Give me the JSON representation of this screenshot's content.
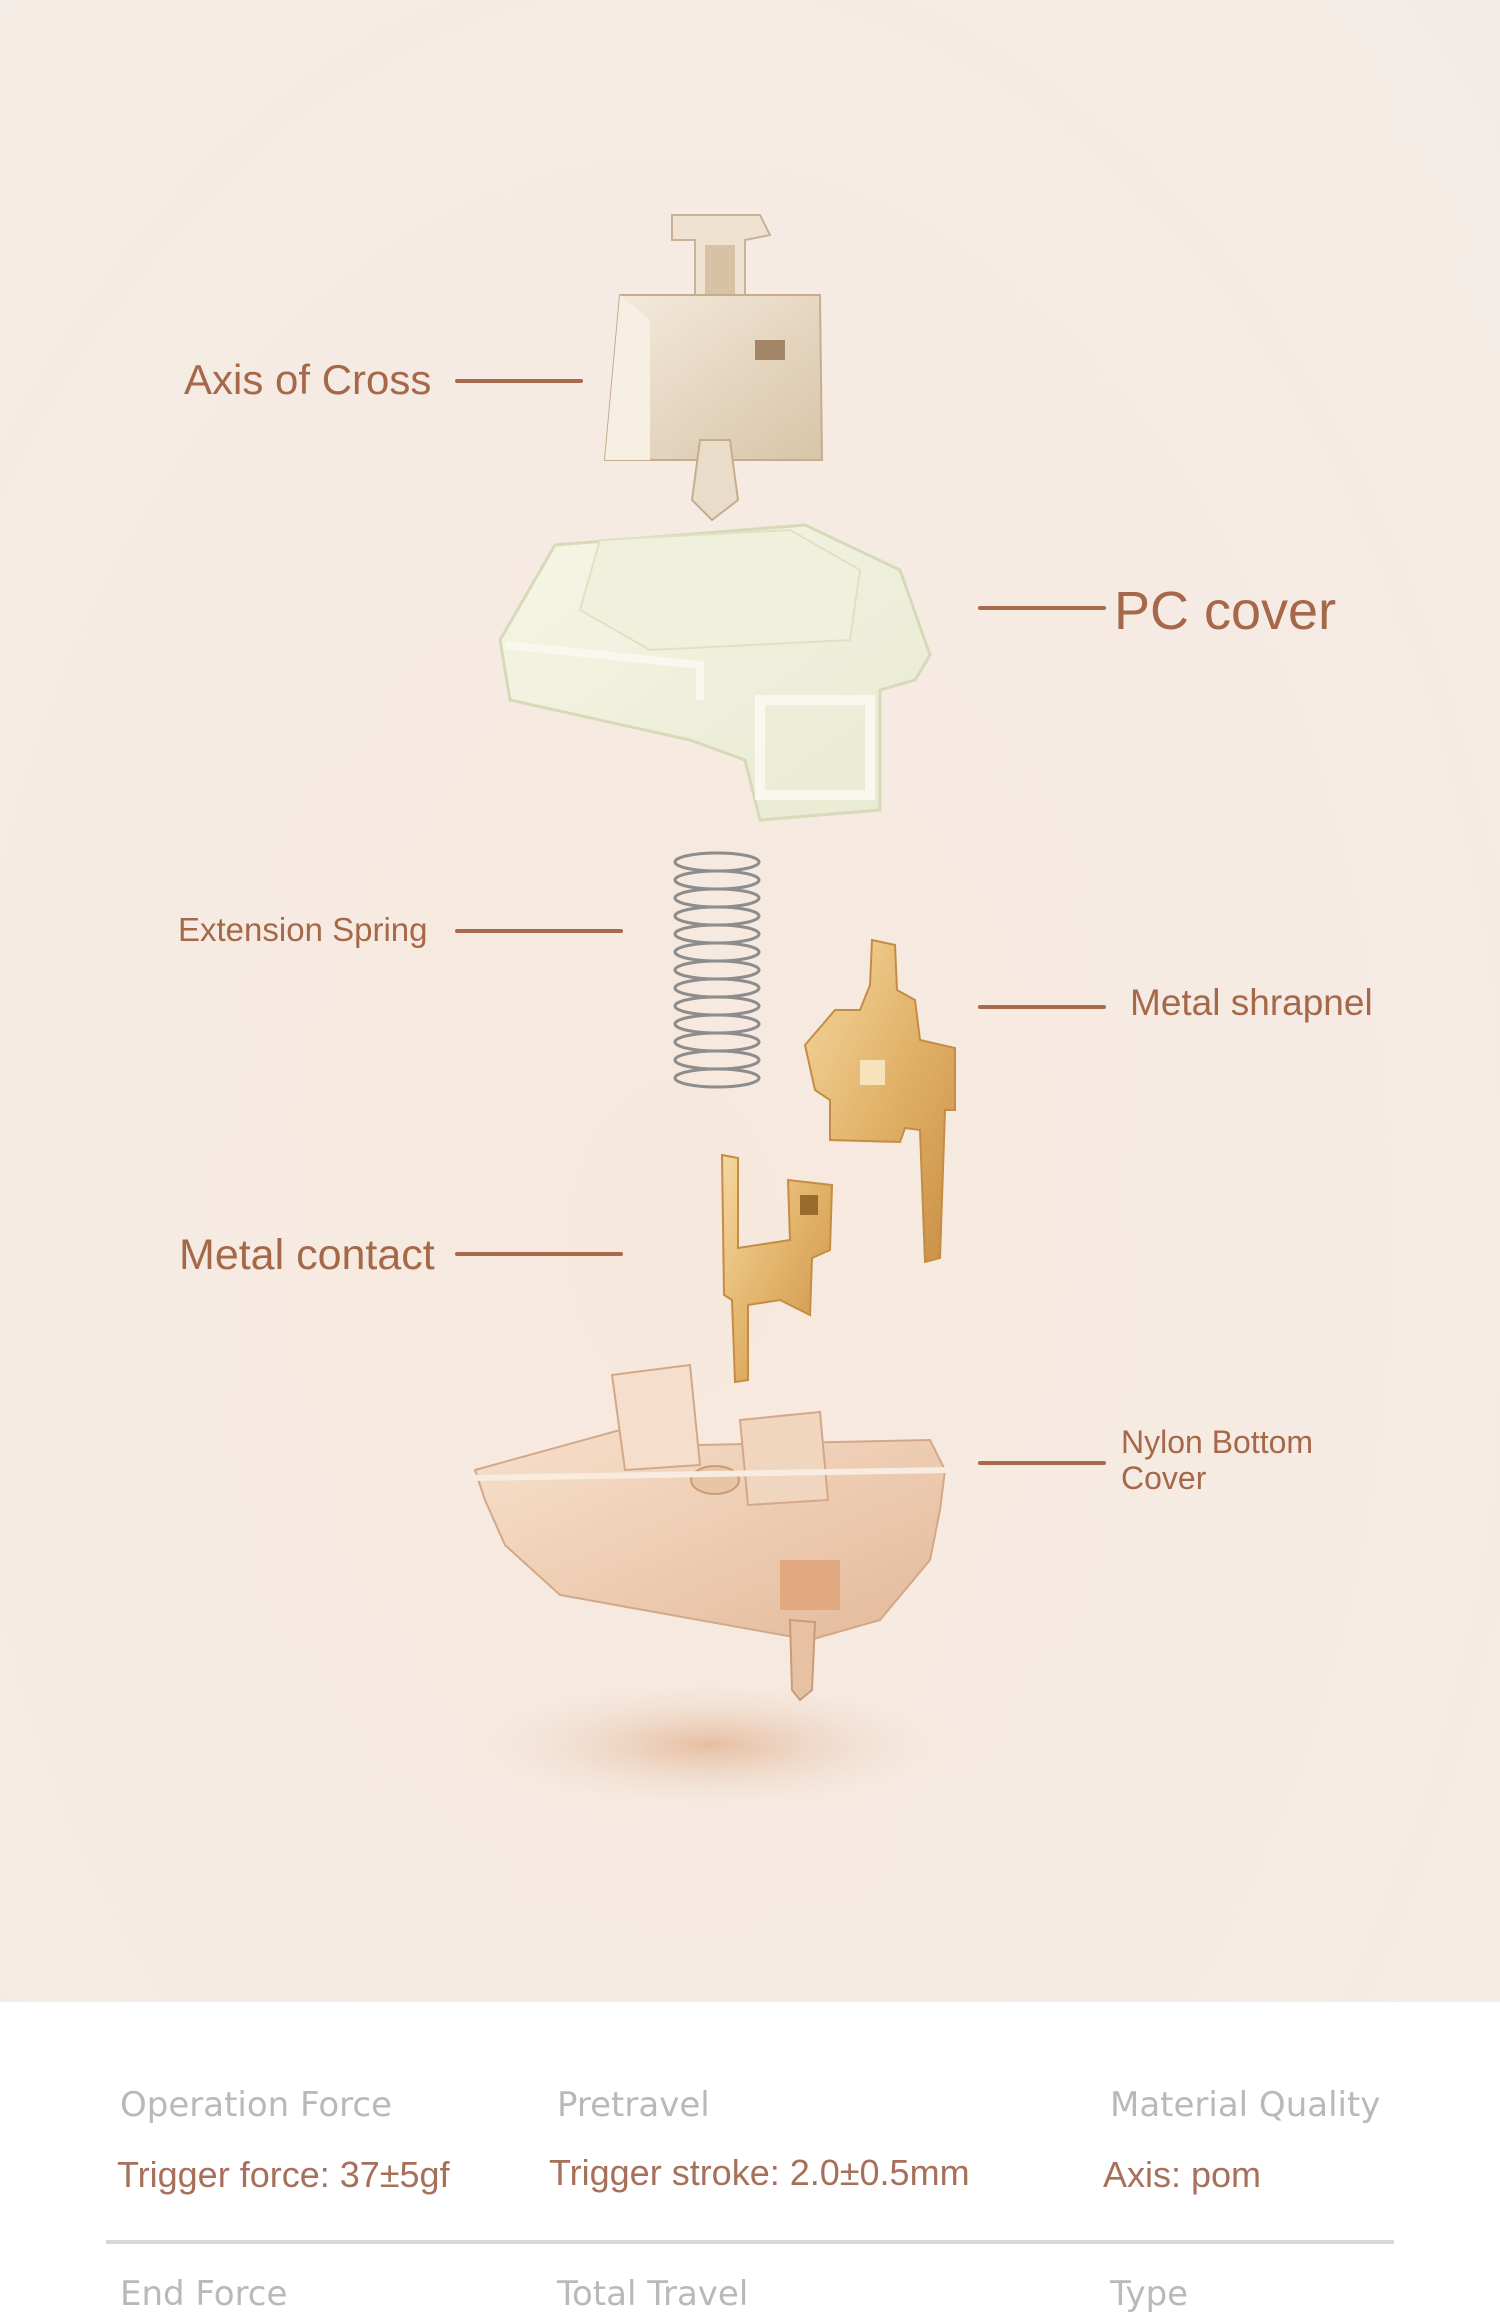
{
  "labels": {
    "axis_of_cross": "Axis of Cross",
    "pc_cover": "PC cover",
    "extension_spring": "Extension Spring",
    "metal_shrapnel": "Metal shrapnel",
    "metal_contact": "Metal contact",
    "nylon_bottom_cover_line1": "Nylon Bottom",
    "nylon_bottom_cover_line2": "Cover"
  },
  "specs": {
    "headers": [
      "Operation Force",
      "Pretravel",
      "Material Quality"
    ],
    "values": [
      "Trigger force: 37±5gf",
      "Trigger stroke: 2.0±0.5mm",
      "Axis: pom"
    ],
    "headers_row2": [
      "End Force",
      "Total Travel",
      "Type"
    ]
  },
  "colors": {
    "label_text": "#a5694a",
    "leader_line": "#a86a4a",
    "spec_header": "#b9b9b9",
    "spec_value": "#a6705a",
    "hero_background": "#f6ebe3"
  }
}
